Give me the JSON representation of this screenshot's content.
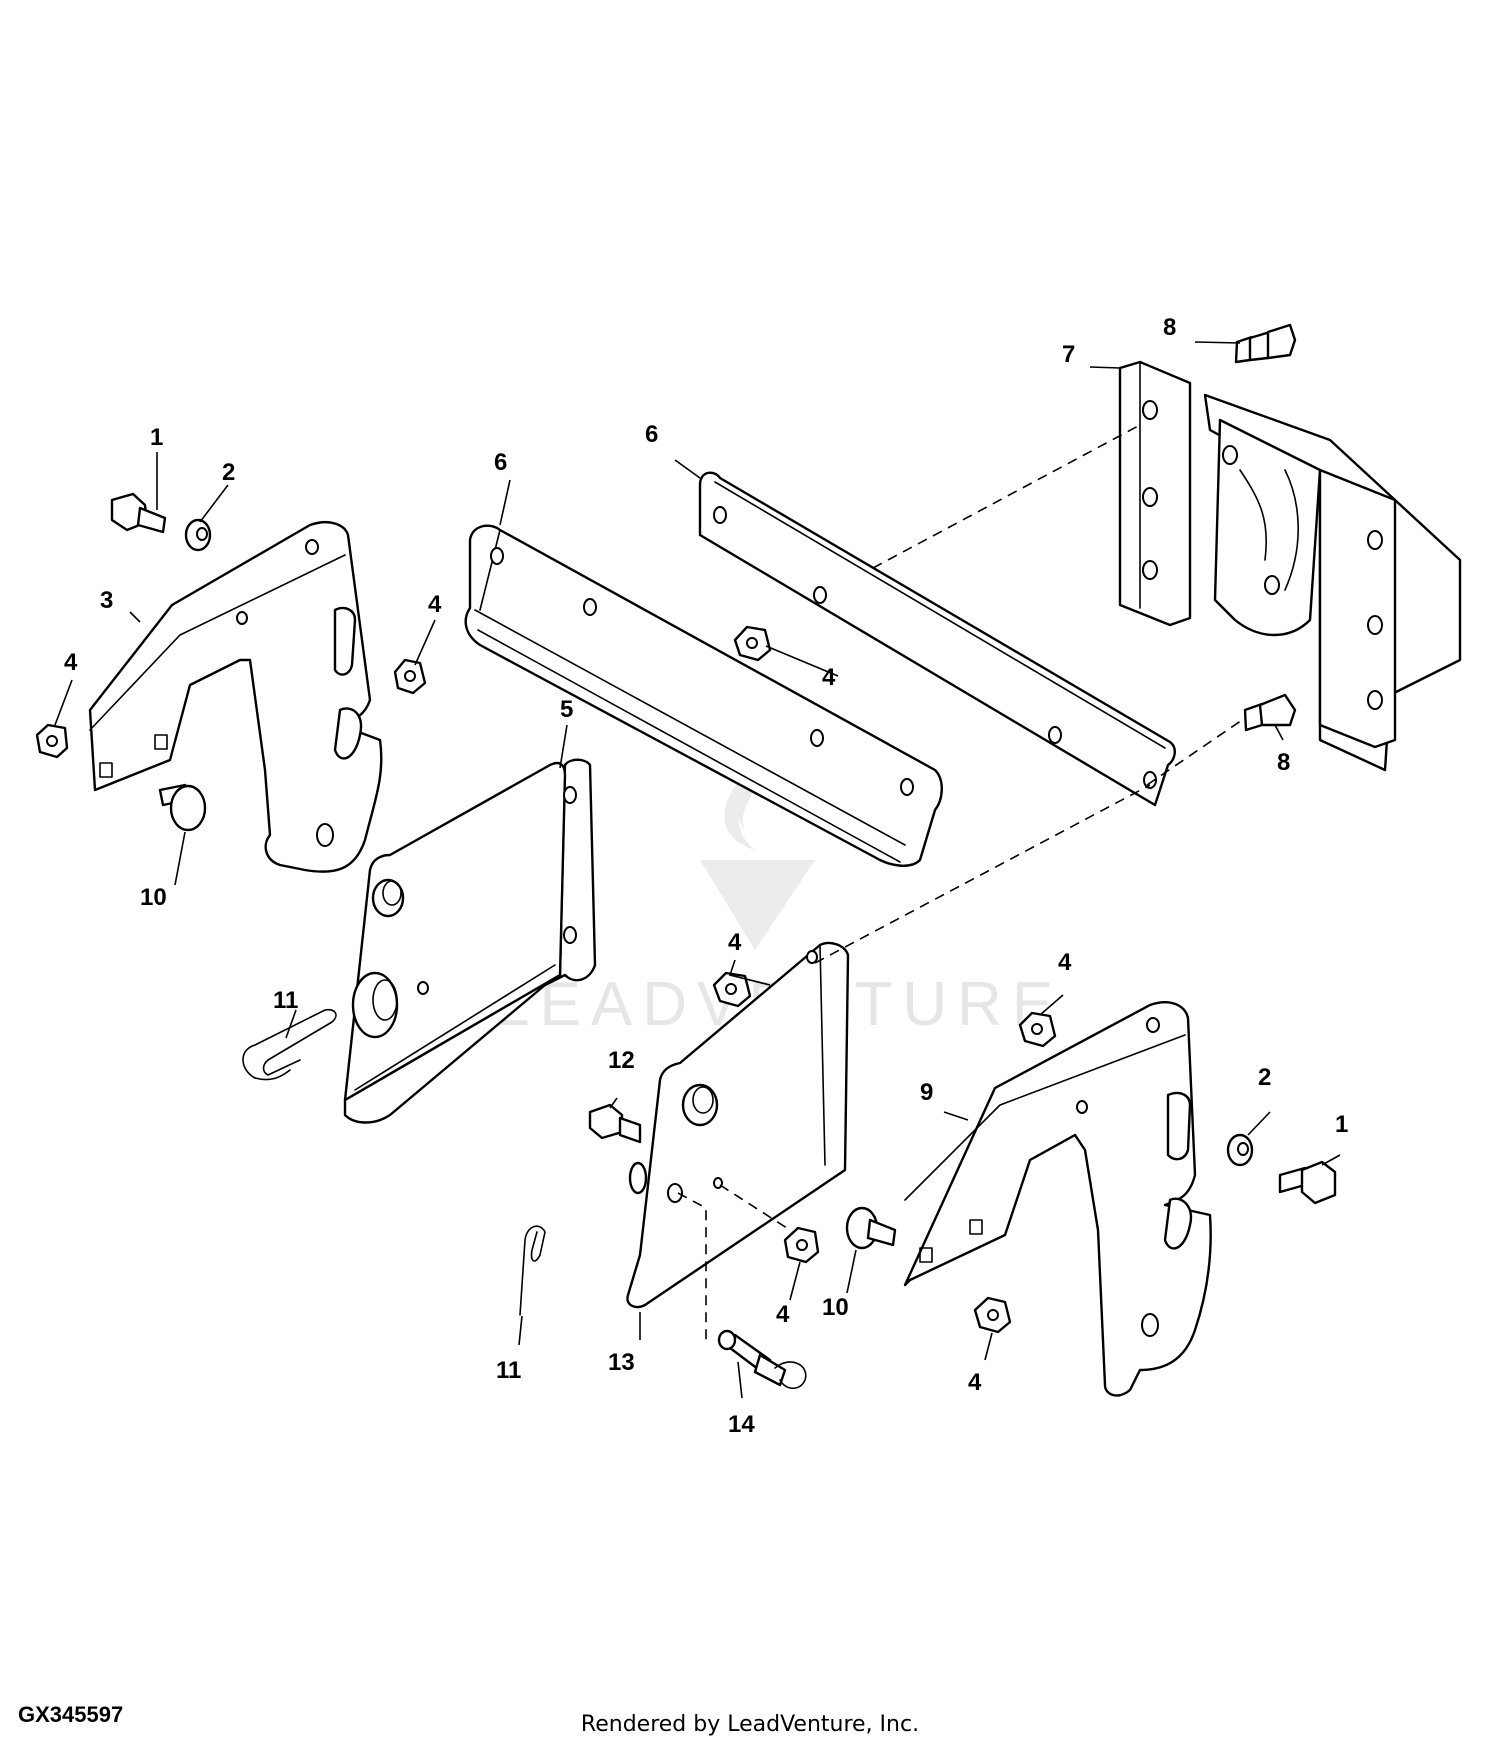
{
  "figure": {
    "id": "GX345597",
    "credit": "Rendered by LeadVenture, Inc.",
    "watermark": "LEADVENTURE",
    "colors": {
      "line": "#000000",
      "background": "#ffffff",
      "watermark": "#e6e6e6"
    }
  },
  "callouts": {
    "bolt_left": "1",
    "washer_left": "2",
    "bracket_left": "3",
    "nut_left_a": "4",
    "nut_left_b": "4",
    "plate_5": "5",
    "rail_front": "6",
    "rail_rear": "6",
    "nut_rail": "4",
    "mount_7": "7",
    "bolt_top": "8",
    "bolt_rail": "8",
    "nut_plate13_top": "4",
    "pin_left": "11",
    "bolt_12": "12",
    "plate_13": "13",
    "pin_lower": "11",
    "nut_plate13_bottom": "4",
    "carriage_right": "10",
    "lock_pin_14": "14",
    "carriage_left": "10",
    "nut_right_top": "4",
    "bracket_right": "9",
    "washer_right": "2",
    "bolt_right": "1",
    "nut_right_bottom": "4"
  }
}
